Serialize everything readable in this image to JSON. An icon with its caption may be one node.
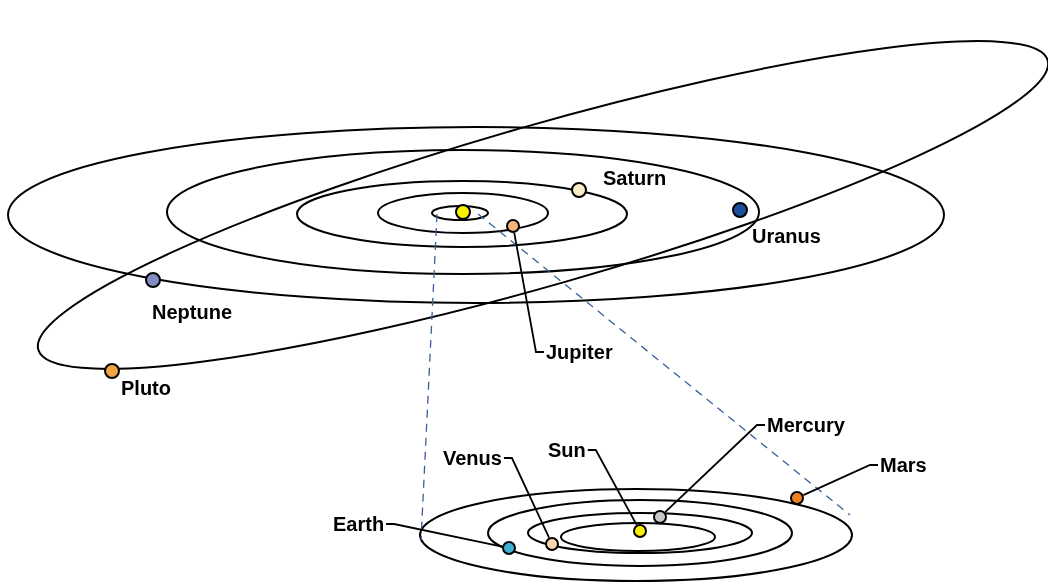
{
  "diagram": {
    "nodes": [
      {
        "text": [
          "Jupiter"
        ]
      },
      {
        "text": [],
        "shape": "circle"
      },
      {
        "text": [
          "Venus"
        ]
      },
      {
        "text": [],
        "shape": "circle"
      },
      {
        "text": [
          "Sun"
        ]
      },
      {
        "text": [],
        "shape": "circle"
      },
      {
        "text": [
          "Mercury"
        ]
      },
      {
        "text": [],
        "shape": "circle"
      },
      {
        "text": [
          "Mars"
        ]
      },
      {
        "text": [],
        "shape": "circle"
      },
      {
        "text": [
          "Earth"
        ]
      },
      {
        "text": [],
        "shape": "circle"
      }
    ],
    "edges": [
      {
        "from": 0,
        "to": 1,
        "arrow": "none"
      },
      {
        "from": 2,
        "to": 3,
        "arrow": "none"
      },
      {
        "from": 4,
        "to": 5,
        "arrow": "none"
      },
      {
        "from": 6,
        "to": 7,
        "arrow": "none"
      },
      {
        "from": 8,
        "to": 9,
        "arrow": "none"
      },
      {
        "from": 10,
        "to": 11,
        "arrow": "none"
      }
    ],
    "labels": [
      "Saturn",
      "Uranus",
      "Neptune",
      "Pluto"
    ]
  }
}
